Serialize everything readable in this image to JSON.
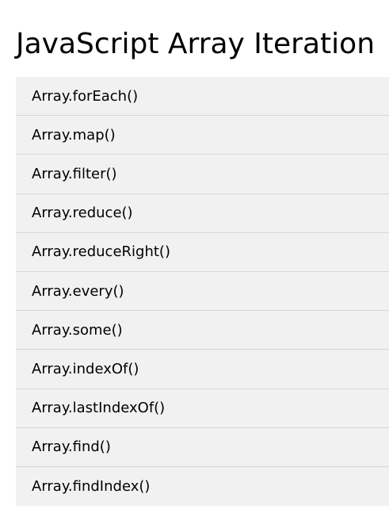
{
  "page": {
    "title": "JavaScript Array Iteration"
  },
  "menu": {
    "items": [
      {
        "label": "Array.forEach()"
      },
      {
        "label": "Array.map()"
      },
      {
        "label": "Array.filter()"
      },
      {
        "label": "Array.reduce()"
      },
      {
        "label": "Array.reduceRight()"
      },
      {
        "label": "Array.every()"
      },
      {
        "label": "Array.some()"
      },
      {
        "label": "Array.indexOf()"
      },
      {
        "label": "Array.lastIndexOf()"
      },
      {
        "label": "Array.find()"
      },
      {
        "label": "Array.findIndex()"
      }
    ]
  },
  "colors": {
    "background": "#ffffff",
    "list_background": "#f1f1f1",
    "divider": "#d6d6d6",
    "text": "#000000"
  }
}
